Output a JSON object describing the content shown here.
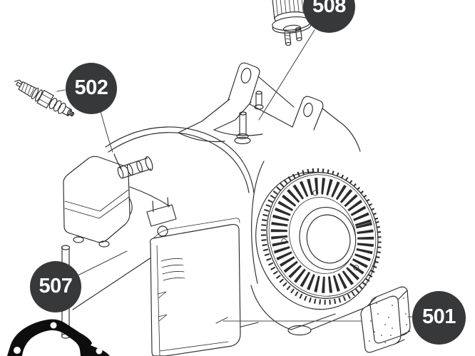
{
  "diagram": {
    "callouts": {
      "c508": {
        "label": "508"
      },
      "c502": {
        "label": "502"
      },
      "c507": {
        "label": "507"
      },
      "c501": {
        "label": "501"
      }
    },
    "colors": {
      "background": "#ffffff",
      "line_art": "#2b2b2b",
      "leader_line": "#4d4d4d",
      "callout_background": "#36383a",
      "callout_text": "#ffffff",
      "pad_fill": "#d7d7d7",
      "pad_front_fill": "#e0e0e0",
      "gasket_fill": "#0d0d0d"
    }
  }
}
